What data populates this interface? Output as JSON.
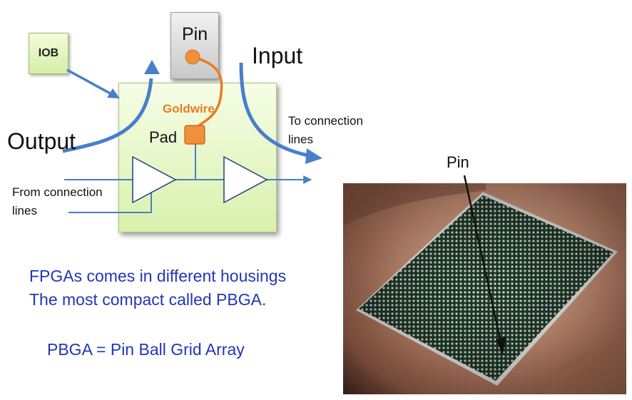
{
  "iob": {
    "label": "IOB"
  },
  "pin_box": {
    "label": "Pin"
  },
  "labels": {
    "output": "Output",
    "input": "Input",
    "goldwire": "Goldwire",
    "pad": "Pad",
    "to_connection_1": "To connection",
    "to_connection_2": "lines",
    "from_connection_1": "From connection",
    "from_connection_2": "lines"
  },
  "captions": {
    "line1": "FPGAs comes in different housings",
    "line2": "The most compact called PBGA.",
    "line3": "PBGA = Pin Ball Grid Array"
  },
  "photo": {
    "pin_label": "Pin"
  },
  "colors": {
    "arrow_blue": "#4a7ec9",
    "goldwire_orange": "#e67e22",
    "box_green": "#d9f1ad",
    "caption_blue": "#2236b8"
  }
}
